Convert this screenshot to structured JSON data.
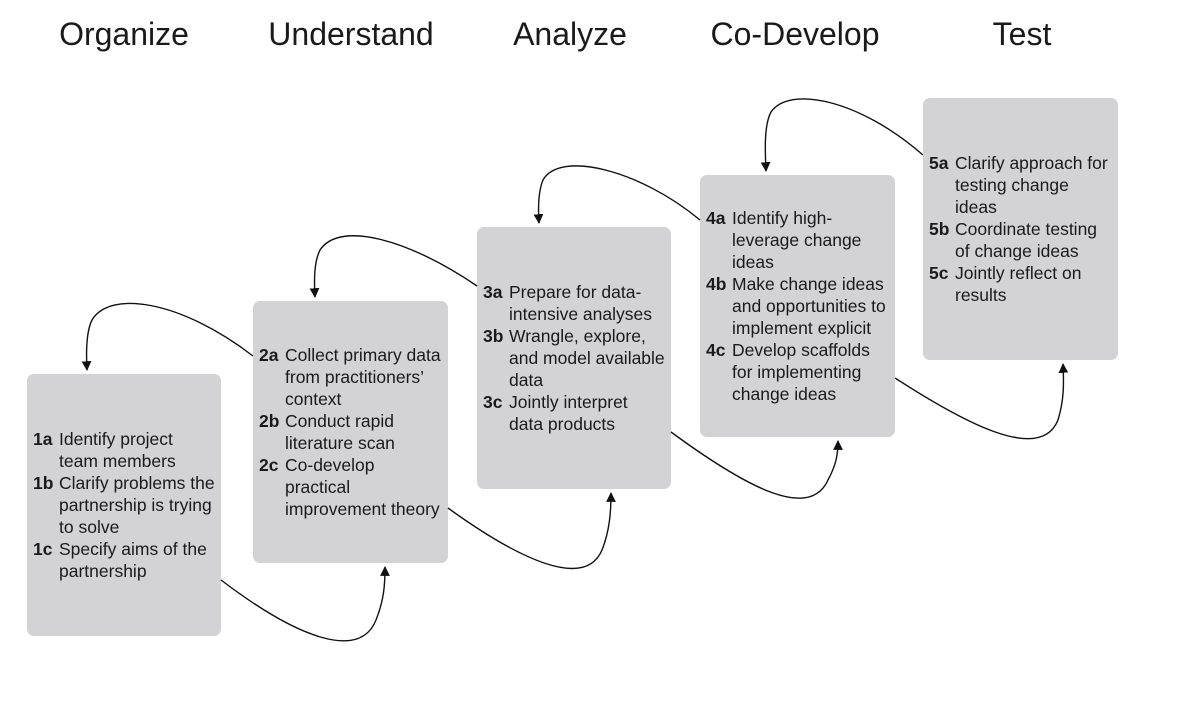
{
  "stages": [
    {
      "title": "Organize",
      "steps": [
        {
          "id": "1a",
          "text": "Identify project team members"
        },
        {
          "id": "1b",
          "text": "Clarify problems the partnership is trying to solve"
        },
        {
          "id": "1c",
          "text": "Specify aims of the partnership"
        }
      ]
    },
    {
      "title": "Understand",
      "steps": [
        {
          "id": "2a",
          "text": "Collect primary data from practitioners’ context"
        },
        {
          "id": "2b",
          "text": "Conduct rapid literature scan"
        },
        {
          "id": "2c",
          "text": "Co-develop practical improvement theory"
        }
      ]
    },
    {
      "title": "Analyze",
      "steps": [
        {
          "id": "3a",
          "text": "Prepare for data-intensive analyses"
        },
        {
          "id": "3b",
          "text": "Wrangle, explore, and model available data"
        },
        {
          "id": "3c",
          "text": "Jointly interpret data products"
        }
      ]
    },
    {
      "title": "Co-Develop",
      "steps": [
        {
          "id": "4a",
          "text": "Identify high-leverage change ideas"
        },
        {
          "id": "4b",
          "text": "Make change ideas and opportunities to implement explicit"
        },
        {
          "id": "4c",
          "text": "Develop scaffolds for implementing change ideas"
        }
      ]
    },
    {
      "title": "Test",
      "steps": [
        {
          "id": "5a",
          "text": "Clarify approach for testing change ideas"
        },
        {
          "id": "5b",
          "text": "Coordinate testing of change ideas"
        },
        {
          "id": "5c",
          "text": "Jointly reflect on results"
        }
      ]
    }
  ],
  "colors": {
    "box": "#d3d3d5",
    "text": "#1a1a1a",
    "arrow": "#111111"
  }
}
